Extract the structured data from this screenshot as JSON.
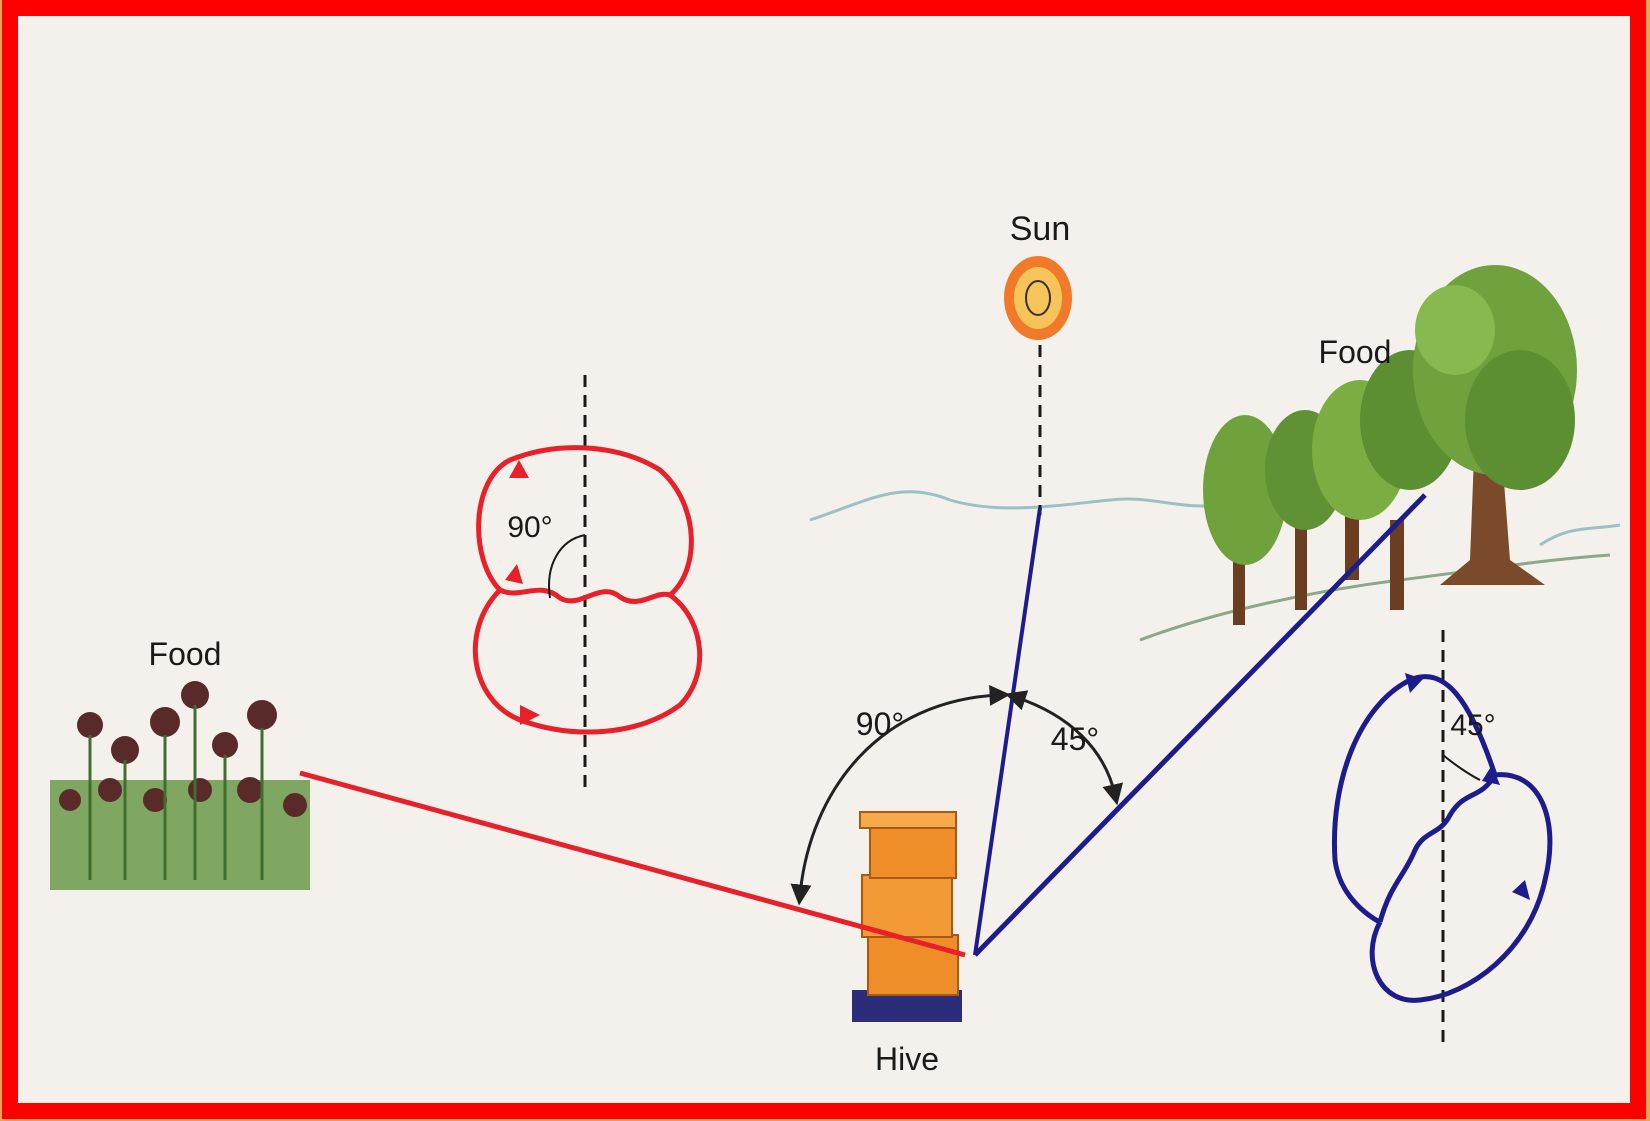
{
  "diagram": {
    "labels": {
      "sun": "Sun",
      "food_left": "Food",
      "food_right": "Food",
      "hive": "Hive",
      "angle_red_dance": "90°",
      "angle_red_ground": "90°",
      "angle_blue_ground": "45°",
      "angle_blue_dance": "45°"
    },
    "colors": {
      "frame": "#ff0000",
      "outer_background": "#e9a35d",
      "paper": "#f4f1ec",
      "red_path": "#e8202a",
      "blue_path": "#1d1c8c",
      "sun_outer": "#f07a2a",
      "sun_inner": "#f7c45a",
      "hive_box": "#ef8d28",
      "hive_base": "#2b2d7a",
      "foliage": "#6fa23d",
      "trunk": "#7a4a2a",
      "flower": "#5a2a2a",
      "grass": "#4f8a3a"
    },
    "icons": [
      "sun-icon",
      "hive-icon",
      "flowers-icon",
      "trees-icon"
    ]
  }
}
